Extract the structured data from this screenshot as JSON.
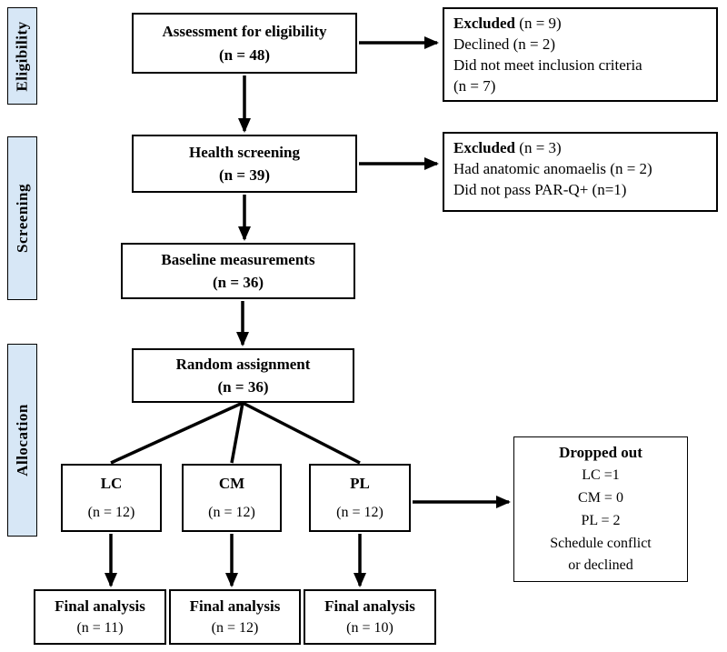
{
  "colors": {
    "sidebar_fill": "#d7e7f6",
    "line_color": "#000000",
    "box_border": "#000000"
  },
  "sidebar": {
    "labels": [
      "Eligibility",
      "Screening",
      "Allocation"
    ]
  },
  "boxes": {
    "assessment": {
      "title": "Assessment for eligibility",
      "n": "(n = 48)"
    },
    "health": {
      "title": "Health screening",
      "n": "(n = 39)"
    },
    "baseline": {
      "title": "Baseline measurements",
      "n": "(n = 36)"
    },
    "random": {
      "title": "Random assignment",
      "n": "(n = 36)"
    }
  },
  "excluded1": {
    "heading": "Excluded",
    "heading_n": " (n = 9)",
    "lines": [
      "Declined (n = 2)",
      "Did not meet inclusion criteria",
      "(n = 7)"
    ]
  },
  "excluded2": {
    "heading": "Excluded",
    "heading_n": " (n = 3)",
    "lines": [
      "Had anatomic anomaelis (n = 2)",
      "Did not pass PAR-Q+ (n=1)"
    ]
  },
  "groups": [
    {
      "label": "LC",
      "n": "(n = 12)"
    },
    {
      "label": "CM",
      "n": "(n = 12)"
    },
    {
      "label": "PL",
      "n": "(n = 12)"
    }
  ],
  "dropped_out": {
    "title": "Dropped out",
    "lines": [
      "LC =1",
      "CM = 0",
      "PL = 2",
      "Schedule conflict",
      "or declined"
    ]
  },
  "final": [
    {
      "title": "Final analysis",
      "n": "(n = 11)"
    },
    {
      "title": "Final analysis",
      "n": "(n = 12)"
    },
    {
      "title": "Final analysis",
      "n": "(n = 10)"
    }
  ]
}
